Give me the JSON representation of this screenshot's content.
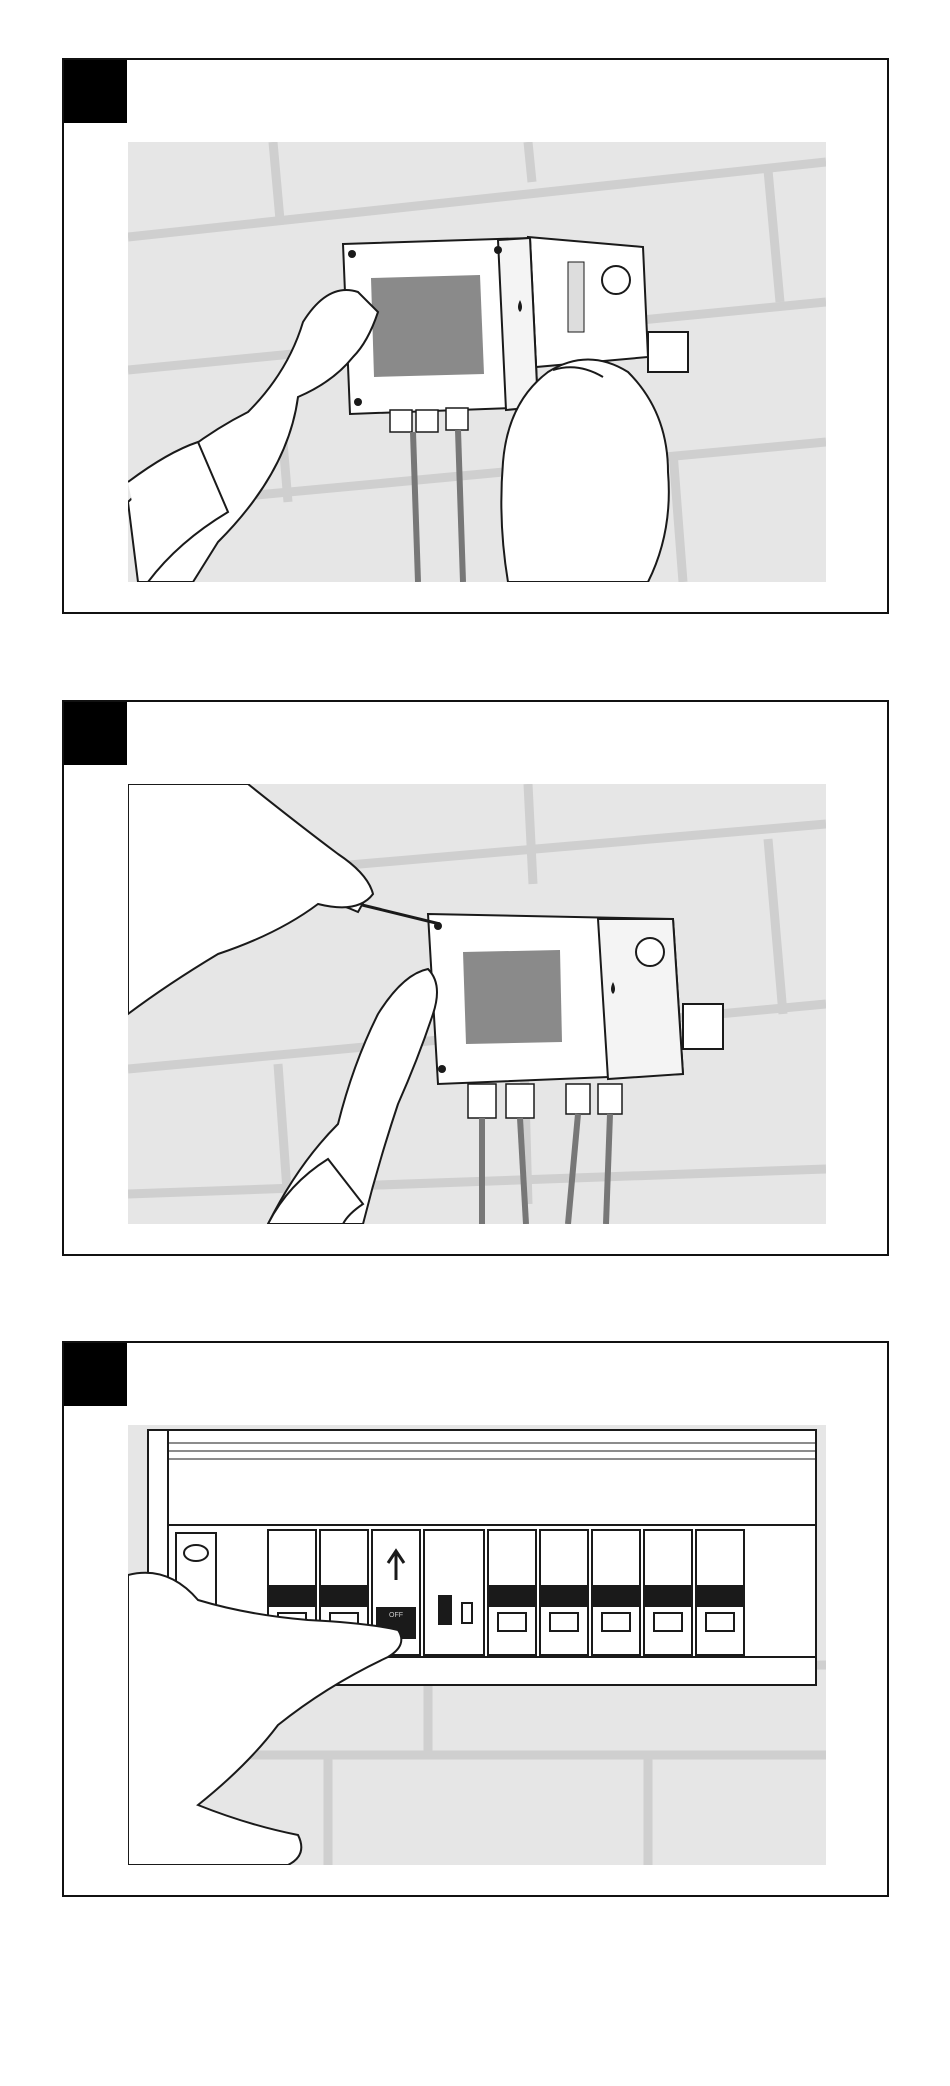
{
  "document": {
    "steps": [
      {
        "illustration": "hands-opening-enclosure-cover"
      },
      {
        "illustration": "screwdriver-fastening-cover-screws"
      },
      {
        "illustration": "finger-switching-breaker-off"
      }
    ],
    "breaker_label": "OFF",
    "colors": {
      "wall": "#e6e6e6",
      "mortar": "#cfcfcf",
      "line": "#1a1a1a",
      "cable": "#777777",
      "display": "#8a8a8a",
      "step_box": "#000000"
    }
  }
}
